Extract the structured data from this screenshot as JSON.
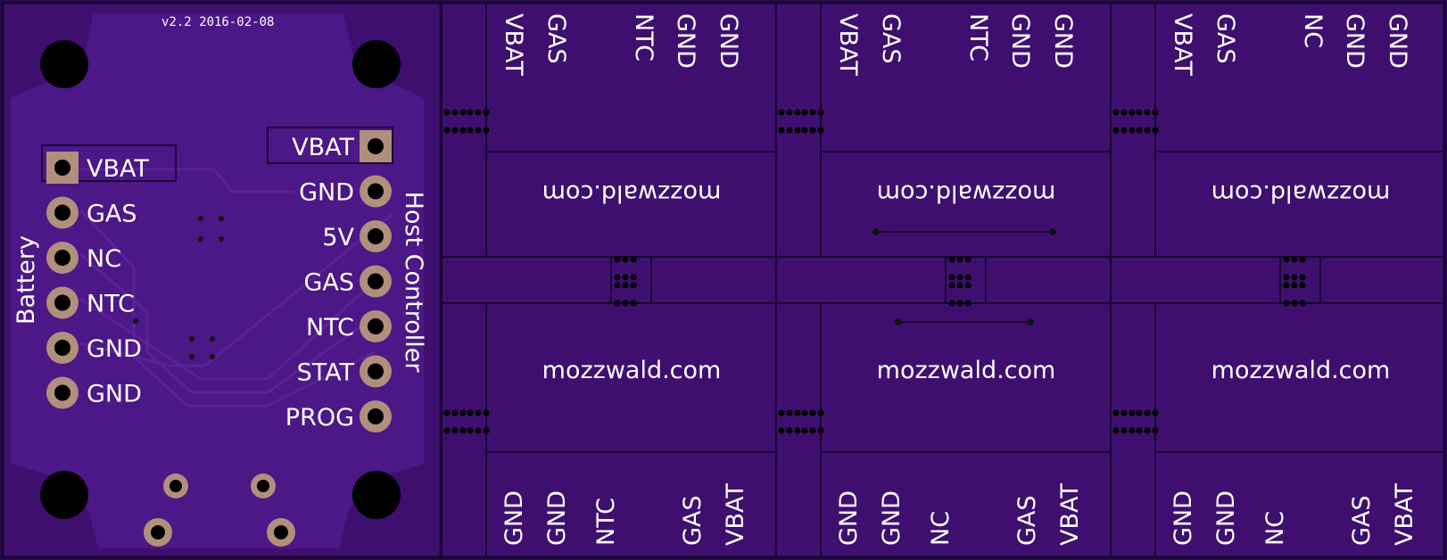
{
  "colors": {
    "board": "#3f0f70",
    "board_edge": "#180430",
    "copper_pour": "#4c1787",
    "pad_copper": "#b08f7c",
    "hole": "#000000",
    "silkscreen": "#ffffff"
  },
  "main_board": {
    "version": "v2.2 2016-02-08",
    "left_label": "Battery",
    "right_label": "Host Controller",
    "left_pins": [
      "VBAT",
      "GAS",
      "NC",
      "NTC",
      "GND",
      "GND"
    ],
    "right_pins": [
      "VBAT",
      "GND",
      "5V",
      "GAS",
      "NTC",
      "STAT",
      "PROG"
    ]
  },
  "panels": {
    "website": "mozzwald.com",
    "top_pins": [
      [
        "VBAT",
        "GAS",
        "NTC",
        "GND",
        "GND"
      ],
      [
        "VBAT",
        "GAS",
        "NTC",
        "GND",
        "GND"
      ],
      [
        "VBAT",
        "GAS",
        "NC",
        "GND",
        "GND"
      ]
    ],
    "bottom_pins": [
      [
        "GND",
        "GND",
        "NTC",
        "GAS",
        "VBAT"
      ],
      [
        "GND",
        "GND",
        "NC",
        "GAS",
        "VBAT"
      ],
      [
        "GND",
        "GND",
        "NC",
        "GAS",
        "VBAT"
      ]
    ]
  }
}
